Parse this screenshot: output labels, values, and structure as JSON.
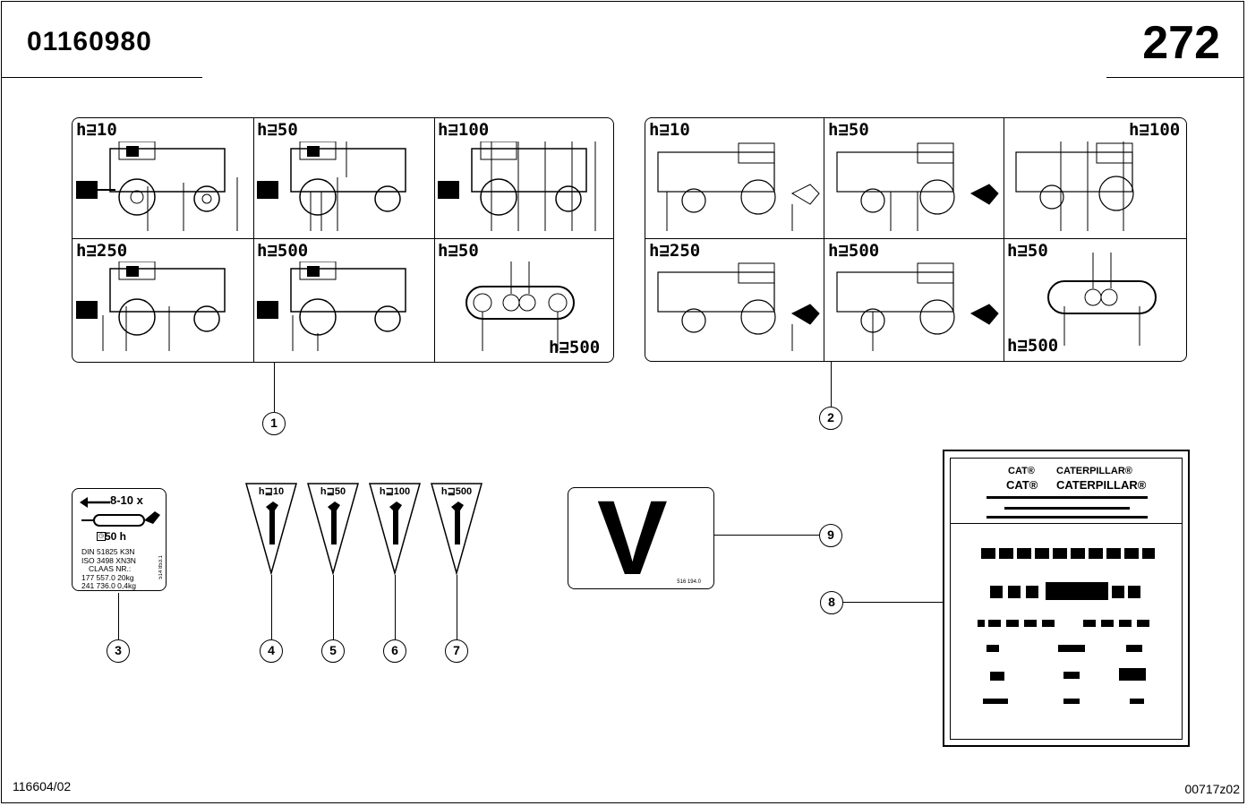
{
  "header": {
    "part_number": "01160980",
    "page_number": "272"
  },
  "footer": {
    "left_code": "116604/02",
    "right_code": "00717z02"
  },
  "sticker_sets": [
    {
      "cells": [
        "h⊒10",
        "h⊒50",
        "h⊒100",
        "h⊒250",
        "h⊒500",
        "h⊒50"
      ],
      "extra": "h⊒500"
    },
    {
      "cells": [
        "h⊒10",
        "h⊒50",
        "h⊒100",
        "h⊒250",
        "h⊒500",
        "h⊒50"
      ],
      "extra": "h⊒500"
    }
  ],
  "callouts": [
    "1",
    "2",
    "3",
    "4",
    "5",
    "6",
    "7",
    "8",
    "9"
  ],
  "lube_sticker": {
    "interval": "8-10 x",
    "hours": "50 h",
    "spec_lines": [
      "DIN 51825 K3N",
      "ISO 3498 XN3N",
      "CLAAS NR.:",
      "177 557.0    20kg",
      "241 736.0   0,4kg"
    ],
    "side_code": "514 853.1"
  },
  "triangles": [
    "h⊒10",
    "h⊒50",
    "h⊒100",
    "h⊒500"
  ],
  "v_sticker": {
    "letter": "V",
    "code": "516 194.0"
  },
  "plate": {
    "brand_small_1": "CAT®",
    "brand_small_2": "CATERPILLAR®",
    "brand_large_1": "CAT®",
    "brand_large_2": "CATERPILLAR®"
  }
}
